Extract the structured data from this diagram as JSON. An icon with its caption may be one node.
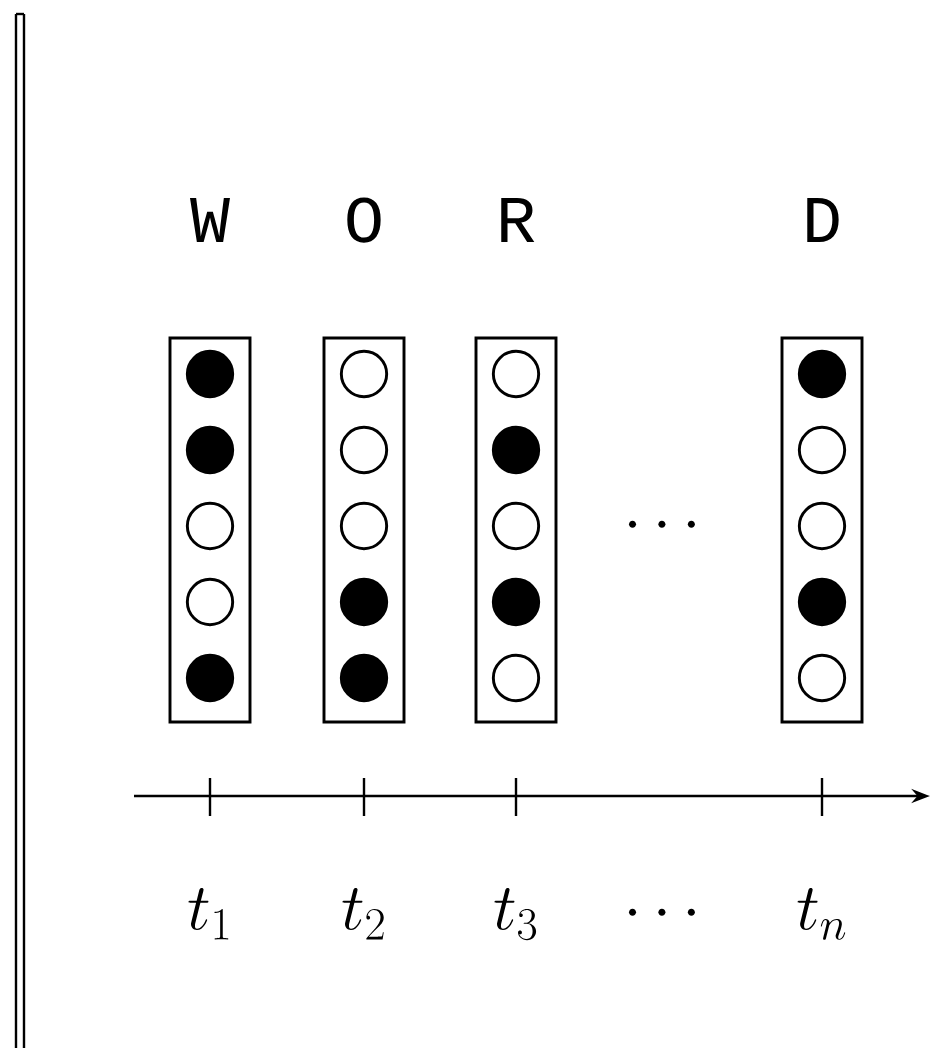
{
  "diagram": {
    "nodes": [
      {
        "text": [
          "W"
        ]
      },
      {
        "text": [],
        "shape": "dot",
        "in": 0
      },
      {
        "text": [],
        "shape": "dot",
        "in": 0
      },
      {
        "text": [],
        "shape": "circle",
        "in": 0
      },
      {
        "text": [],
        "shape": "circle",
        "in": 0
      },
      {
        "text": [],
        "shape": "dot",
        "in": 0
      },
      {
        "text": [
          "O"
        ]
      },
      {
        "text": [],
        "shape": "circle",
        "in": 6
      },
      {
        "text": [],
        "shape": "circle",
        "in": 6
      },
      {
        "text": [],
        "shape": "circle",
        "in": 6
      },
      {
        "text": [],
        "shape": "dot",
        "in": 6
      },
      {
        "text": [],
        "shape": "dot",
        "in": 6
      },
      {
        "text": [
          "R"
        ]
      },
      {
        "text": [],
        "shape": "circle",
        "in": 12
      },
      {
        "text": [],
        "shape": "dot",
        "in": 12
      },
      {
        "text": [],
        "shape": "circle",
        "in": 12
      },
      {
        "text": [],
        "shape": "dot",
        "in": 12
      },
      {
        "text": [],
        "shape": "circle",
        "in": 12
      },
      {
        "text": [
          "D"
        ]
      },
      {
        "text": [],
        "shape": "dot",
        "in": 18
      },
      {
        "text": [],
        "shape": "circle",
        "in": 18
      },
      {
        "text": [],
        "shape": "circle",
        "in": 18
      },
      {
        "text": [],
        "shape": "dot",
        "in": 18
      },
      {
        "text": [],
        "shape": "circle",
        "in": 18
      }
    ],
    "labels": [
      "\\cdots",
      "t_1",
      "t_2",
      "t_3",
      "\\cdots",
      "t_n"
    ]
  }
}
